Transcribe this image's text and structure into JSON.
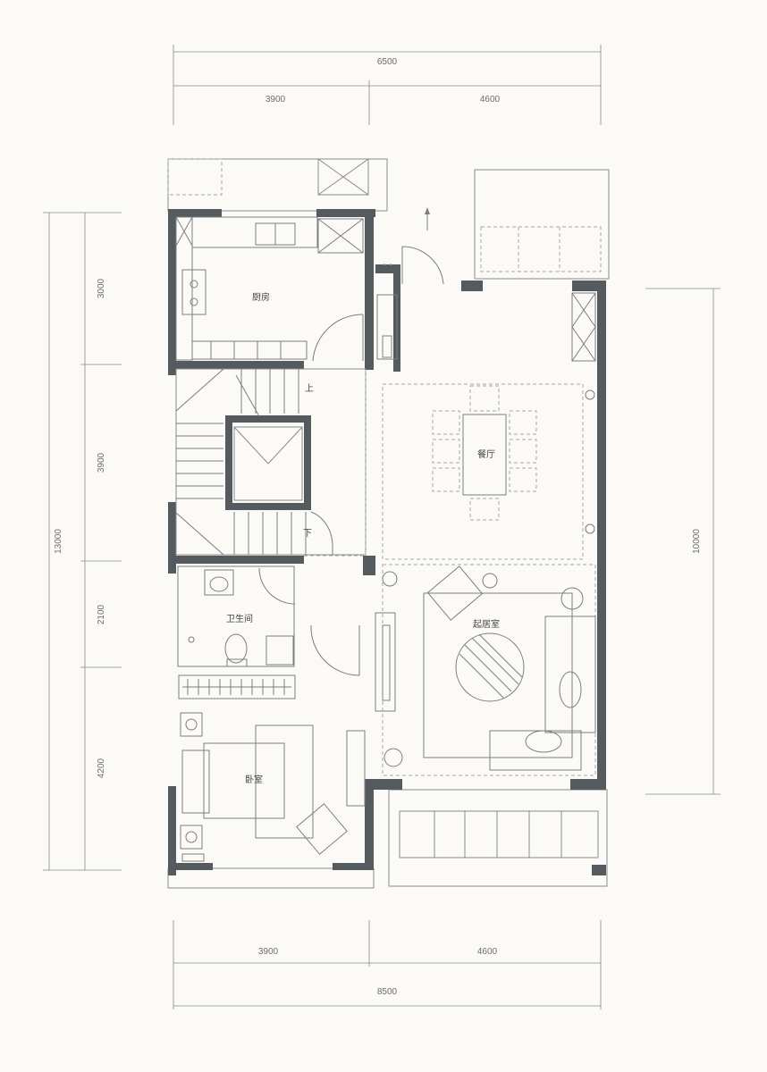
{
  "dimensions": {
    "top_total": "6500",
    "top_left": "3900",
    "top_right": "4600",
    "bottom_total": "8500",
    "bottom_left": "3900",
    "bottom_right": "4600",
    "left_total": "13000",
    "left_seg1": "3000",
    "left_seg2": "3900",
    "left_seg3": "2100",
    "left_seg4": "4200",
    "right_total": "10000"
  },
  "rooms": {
    "kitchen": "厨房",
    "dining": "餐厅",
    "bathroom": "卫生间",
    "living": "起居室",
    "bedroom": "卧室",
    "stair_up": "上",
    "stair_down": "下"
  },
  "colors": {
    "wall": "#555a5e",
    "line": "#8a8a8a",
    "background": "#fbfaf7"
  }
}
